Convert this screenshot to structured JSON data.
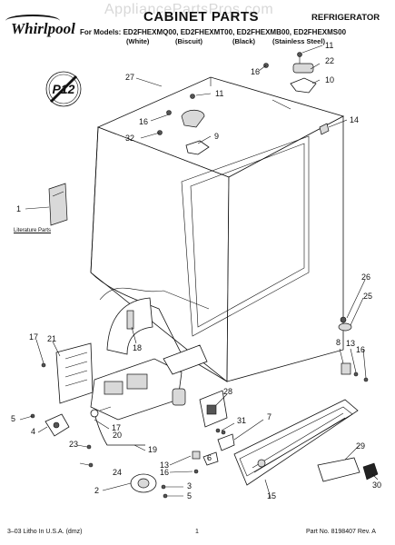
{
  "brand": "Whirlpool",
  "watermark": "AppliancePartsPros.com",
  "title": "CABINET PARTS",
  "category": "REFRIGERATOR",
  "models_prefix": "For Models:",
  "models": [
    {
      "model": "ED2FHEXMQ00",
      "color": "(White)"
    },
    {
      "model": "ED2FHEXMT00",
      "color": "(Biscuit)"
    },
    {
      "model": "ED2FHEXMB00",
      "color": "(Black)"
    },
    {
      "model": "ED2FHEXMS00",
      "color": "(Stainless Steel)"
    }
  ],
  "badge": "P12",
  "literature_label": "Literature Parts",
  "callouts": [
    "27",
    "11",
    "16",
    "22",
    "10",
    "11",
    "16",
    "9",
    "32",
    "14",
    "1",
    "26",
    "25",
    "17",
    "21",
    "18",
    "8",
    "13",
    "16",
    "28",
    "5",
    "31",
    "7",
    "4",
    "17",
    "20",
    "23",
    "19",
    "6",
    "24",
    "13",
    "16",
    "29",
    "2",
    "3",
    "5",
    "30",
    "15"
  ],
  "footer": {
    "left": "3–03 Litho In U.S.A. (dmz)",
    "center": "1",
    "right": "Part No. 8198407 Rev. A"
  }
}
